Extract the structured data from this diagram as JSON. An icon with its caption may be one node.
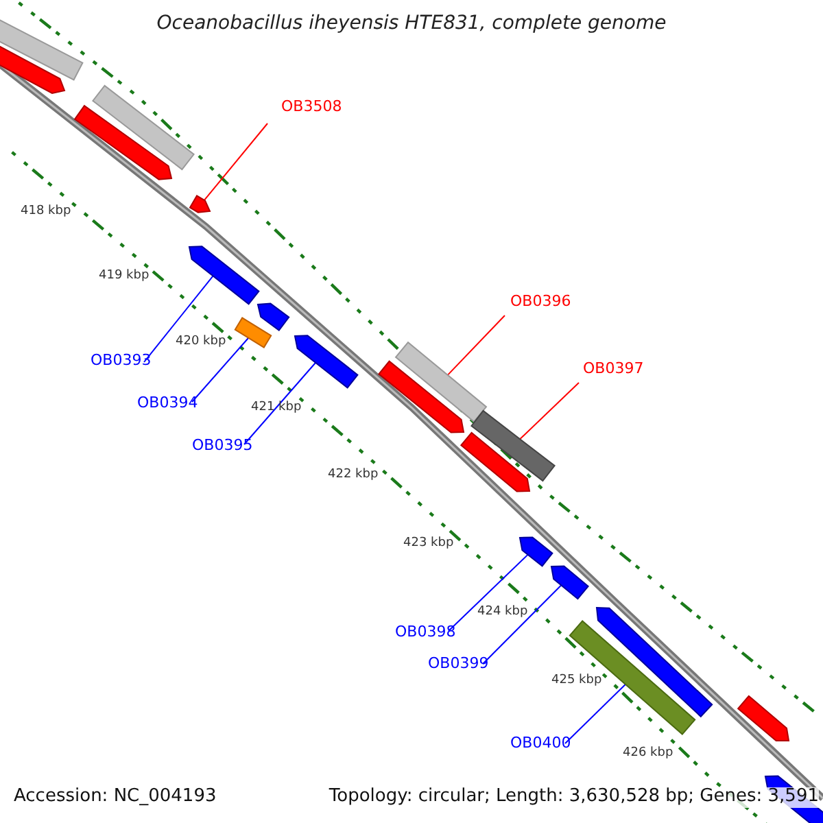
{
  "diagram": {
    "title": "Oceanobacillus iheyensis HTE831, complete genome",
    "nodes": [
      {
        "text": [
          "OB3508"
        ]
      },
      {
        "text": [],
        "shape": "bar"
      },
      {
        "text": [
          "OB0396"
        ]
      },
      {
        "text": [],
        "shape": "bar"
      },
      {
        "text": [
          "OB0393"
        ]
      },
      {
        "text": [],
        "shape": "bar"
      },
      {
        "text": [
          "OB0397"
        ]
      },
      {
        "text": [],
        "shape": "bar"
      },
      {
        "text": [
          "OB0394"
        ]
      },
      {
        "text": [],
        "shape": "bar"
      },
      {
        "text": [
          "OB0395"
        ]
      },
      {
        "text": [],
        "shape": "bar"
      },
      {
        "text": [
          "OB0398"
        ]
      },
      {
        "text": [],
        "shape": "bar"
      },
      {
        "text": [
          "OB0399"
        ]
      },
      {
        "text": [],
        "shape": "bar"
      },
      {
        "text": [
          "OB0400"
        ]
      },
      {
        "text": [],
        "shape": "bar"
      },
      {
        "text": [],
        "shape": "bar"
      },
      {
        "text": [],
        "shape": "bar"
      },
      {
        "text": [],
        "shape": "bar"
      },
      {
        "text": [],
        "shape": "bar"
      },
      {
        "text": [],
        "shape": "bar"
      },
      {
        "text": [],
        "shape": "bar"
      },
      {
        "text": [],
        "shape": "bar"
      },
      {
        "text": [],
        "shape": "bar"
      },
      {
        "text": [],
        "shape": "bar"
      },
      {
        "text": [],
        "shape": "bar"
      }
    ],
    "edges": [
      {
        "from": 0,
        "to": 1,
        "arrow": "none",
        "color": "#ff0000"
      },
      {
        "from": 2,
        "to": 3,
        "arrow": "none",
        "color": "#ff0000"
      },
      {
        "from": 4,
        "to": 5,
        "arrow": "none"
      },
      {
        "from": 6,
        "to": 7,
        "arrow": "none",
        "color": "#ff0000"
      },
      {
        "from": 8,
        "to": 9,
        "arrow": "none"
      },
      {
        "from": 10,
        "to": 11,
        "arrow": "none"
      },
      {
        "from": 12,
        "to": 13,
        "arrow": "none"
      },
      {
        "from": 14,
        "to": 15,
        "arrow": "none"
      },
      {
        "from": 16,
        "to": 17,
        "arrow": "none"
      }
    ],
    "labels": [
      "418 kbp",
      "419 kbp",
      "420 kbp",
      "421 kbp",
      "422 kbp",
      "423 kbp",
      "424 kbp",
      "425 kbp",
      "426 kbp",
      "Accession: NC_004193",
      "Topology: circular; Length: 3,630,528 bp; Genes: 3,591"
    ]
  }
}
